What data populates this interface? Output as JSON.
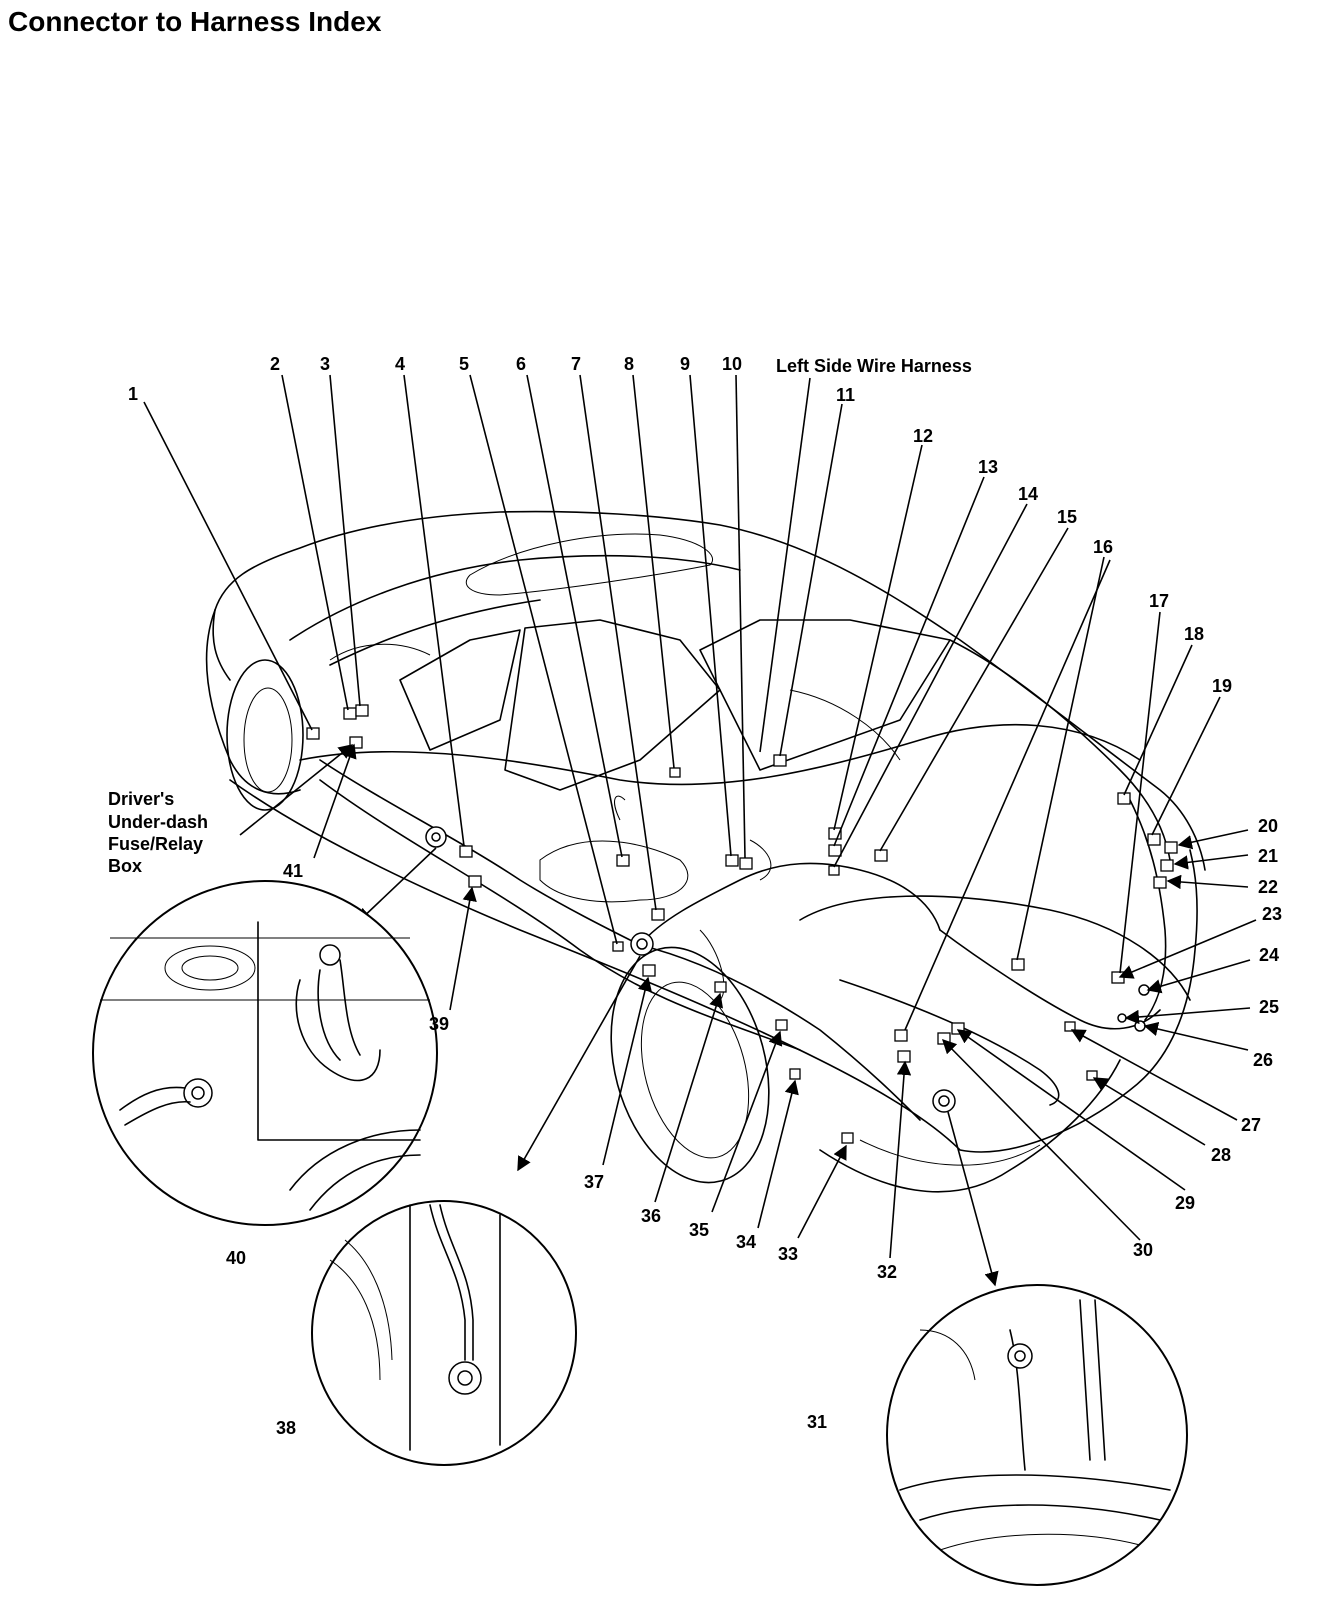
{
  "title": "Connector to Harness Index",
  "harness_label": "Left Side Wire Harness",
  "fuse_box_label": [
    "Driver's",
    "Under-dash",
    "Fuse/Relay",
    "Box"
  ],
  "callouts": [
    "1",
    "2",
    "3",
    "4",
    "5",
    "6",
    "7",
    "8",
    "9",
    "10",
    "11",
    "12",
    "13",
    "14",
    "15",
    "16",
    "17",
    "18",
    "19",
    "20",
    "21",
    "22",
    "23",
    "24",
    "25",
    "26",
    "27",
    "28",
    "29",
    "30",
    "31",
    "32",
    "33",
    "34",
    "35",
    "36",
    "37",
    "38",
    "39",
    "40",
    "41"
  ]
}
